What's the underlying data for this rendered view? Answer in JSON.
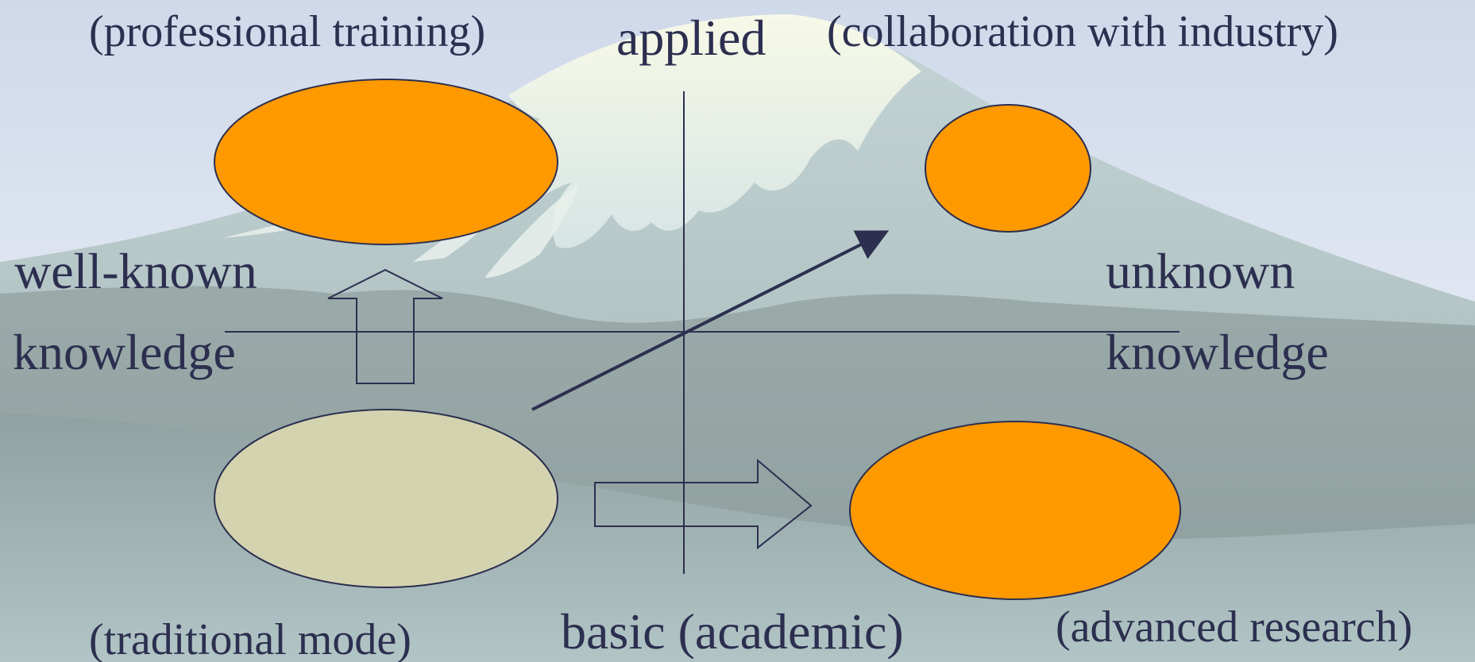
{
  "labels": {
    "top_left": "(professional training)",
    "top_center": "applied",
    "top_right": "(collaboration with industry)",
    "left_line1": "well-known",
    "left_line2": "knowledge",
    "right_line1": "unknown",
    "right_line2": "knowledge",
    "bottom_left": "(traditional mode)",
    "bottom_center": "basic (academic)",
    "bottom_right": "(advanced research)"
  },
  "colors": {
    "text": "#2c2f4f",
    "ellipse_highlight": "#ff9900",
    "ellipse_neutral": "#d4d3b0",
    "axis": "#2c2f4f",
    "sky_top": "#cfd9ea",
    "sky_bottom": "#f4f6fb",
    "snow": "#f2f6e4",
    "mountain": "#b3c3c3"
  },
  "background": {
    "scene": "snow-capped mountain"
  }
}
